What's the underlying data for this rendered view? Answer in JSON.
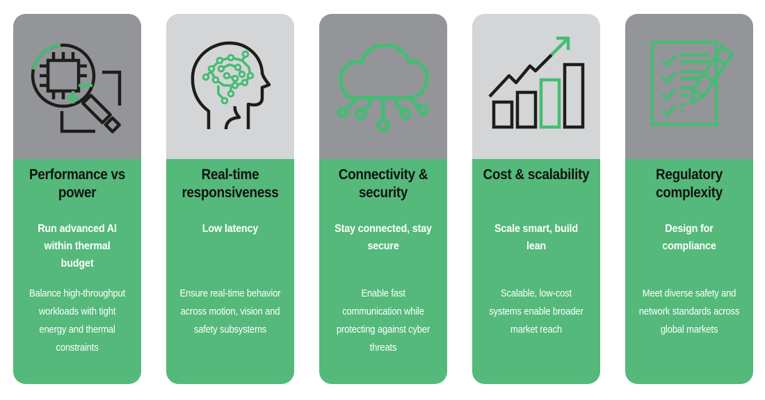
{
  "theme": {
    "page-bg": "#ffffff",
    "green": "#54b97a",
    "gray-dark": "#949599",
    "gray-light": "#d4d5d6",
    "icon-green": "#45bc74",
    "icon-dark": "#1d1d1b",
    "title-color": "#121212",
    "text-color": "#ffffff"
  },
  "cards": [
    {
      "icon": "chip-magnifier-icon",
      "top_variant": "dark",
      "title": "Performance vs\npower",
      "subtitle": "Run advanced AI\nwithin thermal\nbudget",
      "description": "Balance high-throughput\nworkloads with tight\nenergy and thermal\nconstraints"
    },
    {
      "icon": "head-circuit-icon",
      "top_variant": "light",
      "title": "Real-time\nresponsiveness",
      "subtitle": "Low latency",
      "description": "Ensure real-time behavior\nacross motion, vision and\nsafety subsystems"
    },
    {
      "icon": "cloud-circuit-icon",
      "top_variant": "dark",
      "title": "Connectivity &\nsecurity",
      "subtitle": "Stay connected, stay\nsecure",
      "description": "Enable fast\ncommunication while\nprotecting against cyber\nthreats"
    },
    {
      "icon": "growth-chart-icon",
      "top_variant": "light",
      "title": "Cost & scalability",
      "subtitle": "Scale smart, build\nlean",
      "description": "Scalable, low-cost\nsystems enable broader\nmarket reach"
    },
    {
      "icon": "checklist-pen-icon",
      "top_variant": "dark",
      "title": "Regulatory\ncomplexity",
      "subtitle": "Design for\ncompliance",
      "description": "Meet diverse safety and\nnetwork standards across\nglobal markets"
    }
  ]
}
